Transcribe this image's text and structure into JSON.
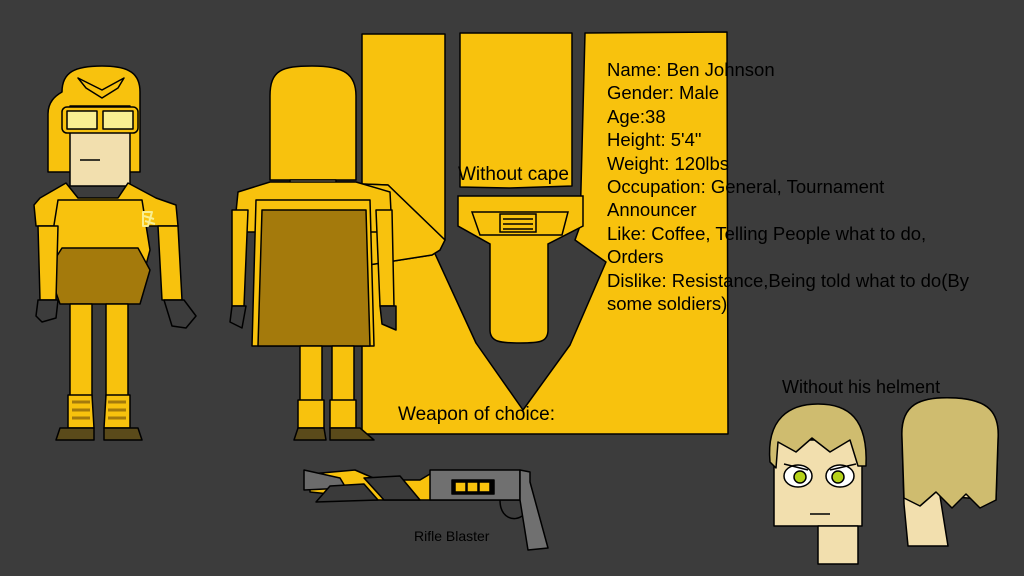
{
  "colors": {
    "background": "#3c3c3c",
    "armor_yellow": "#f8c20d",
    "dark_gold": "#a47a0c",
    "skin": "#f2dfae",
    "hair": "#cfbc6f",
    "outline": "#000000"
  },
  "labels": {
    "without_cape": "Without cape",
    "weapon_heading": "Weapon of choice:",
    "weapon_name": "Rifle Blaster",
    "without_helmet": "Without his helment"
  },
  "info": {
    "lines": [
      "Name: Ben Johnson",
      "Gender: Male",
      "Age:38",
      "Height: 5'4\"",
      "Weight: 120lbs",
      "Occupation: General, Tournament",
      "Announcer",
      "Like: Coffee, Telling People what to do,",
      "Orders",
      "Dislike: Resistance,Being told what to do(By",
      "some soldiers)"
    ]
  }
}
